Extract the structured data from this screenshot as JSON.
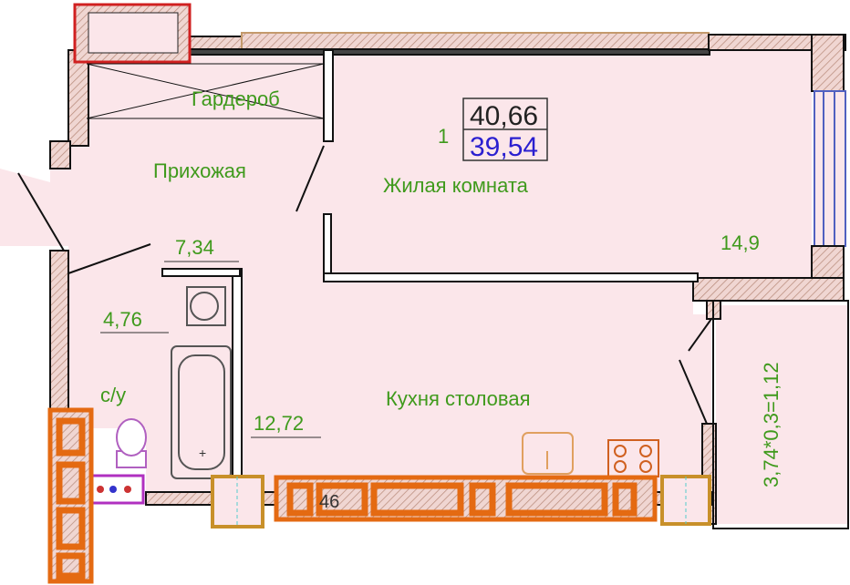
{
  "plan": {
    "apartment_rooms": "1",
    "total_area": "40,66",
    "living_area": "39,54",
    "rooms": {
      "wardrobe": "Гардероб",
      "hallway": "Прихожая",
      "living_room": "Жилая комната",
      "bathroom": "с/у",
      "kitchen": "Кухня столовая"
    },
    "areas": {
      "living_room": "14,9",
      "hallway": "7,34",
      "bathroom": "4,76",
      "kitchen": "12,72",
      "loggia": "3,74*0,3=1,12"
    },
    "dimension": "46"
  },
  "colors": {
    "room_fill": "#fbe6ea",
    "label": "#3f9a1c",
    "total_area": "#222222",
    "living_area": "#2a1fd0",
    "window_frame": "#e46a12"
  }
}
